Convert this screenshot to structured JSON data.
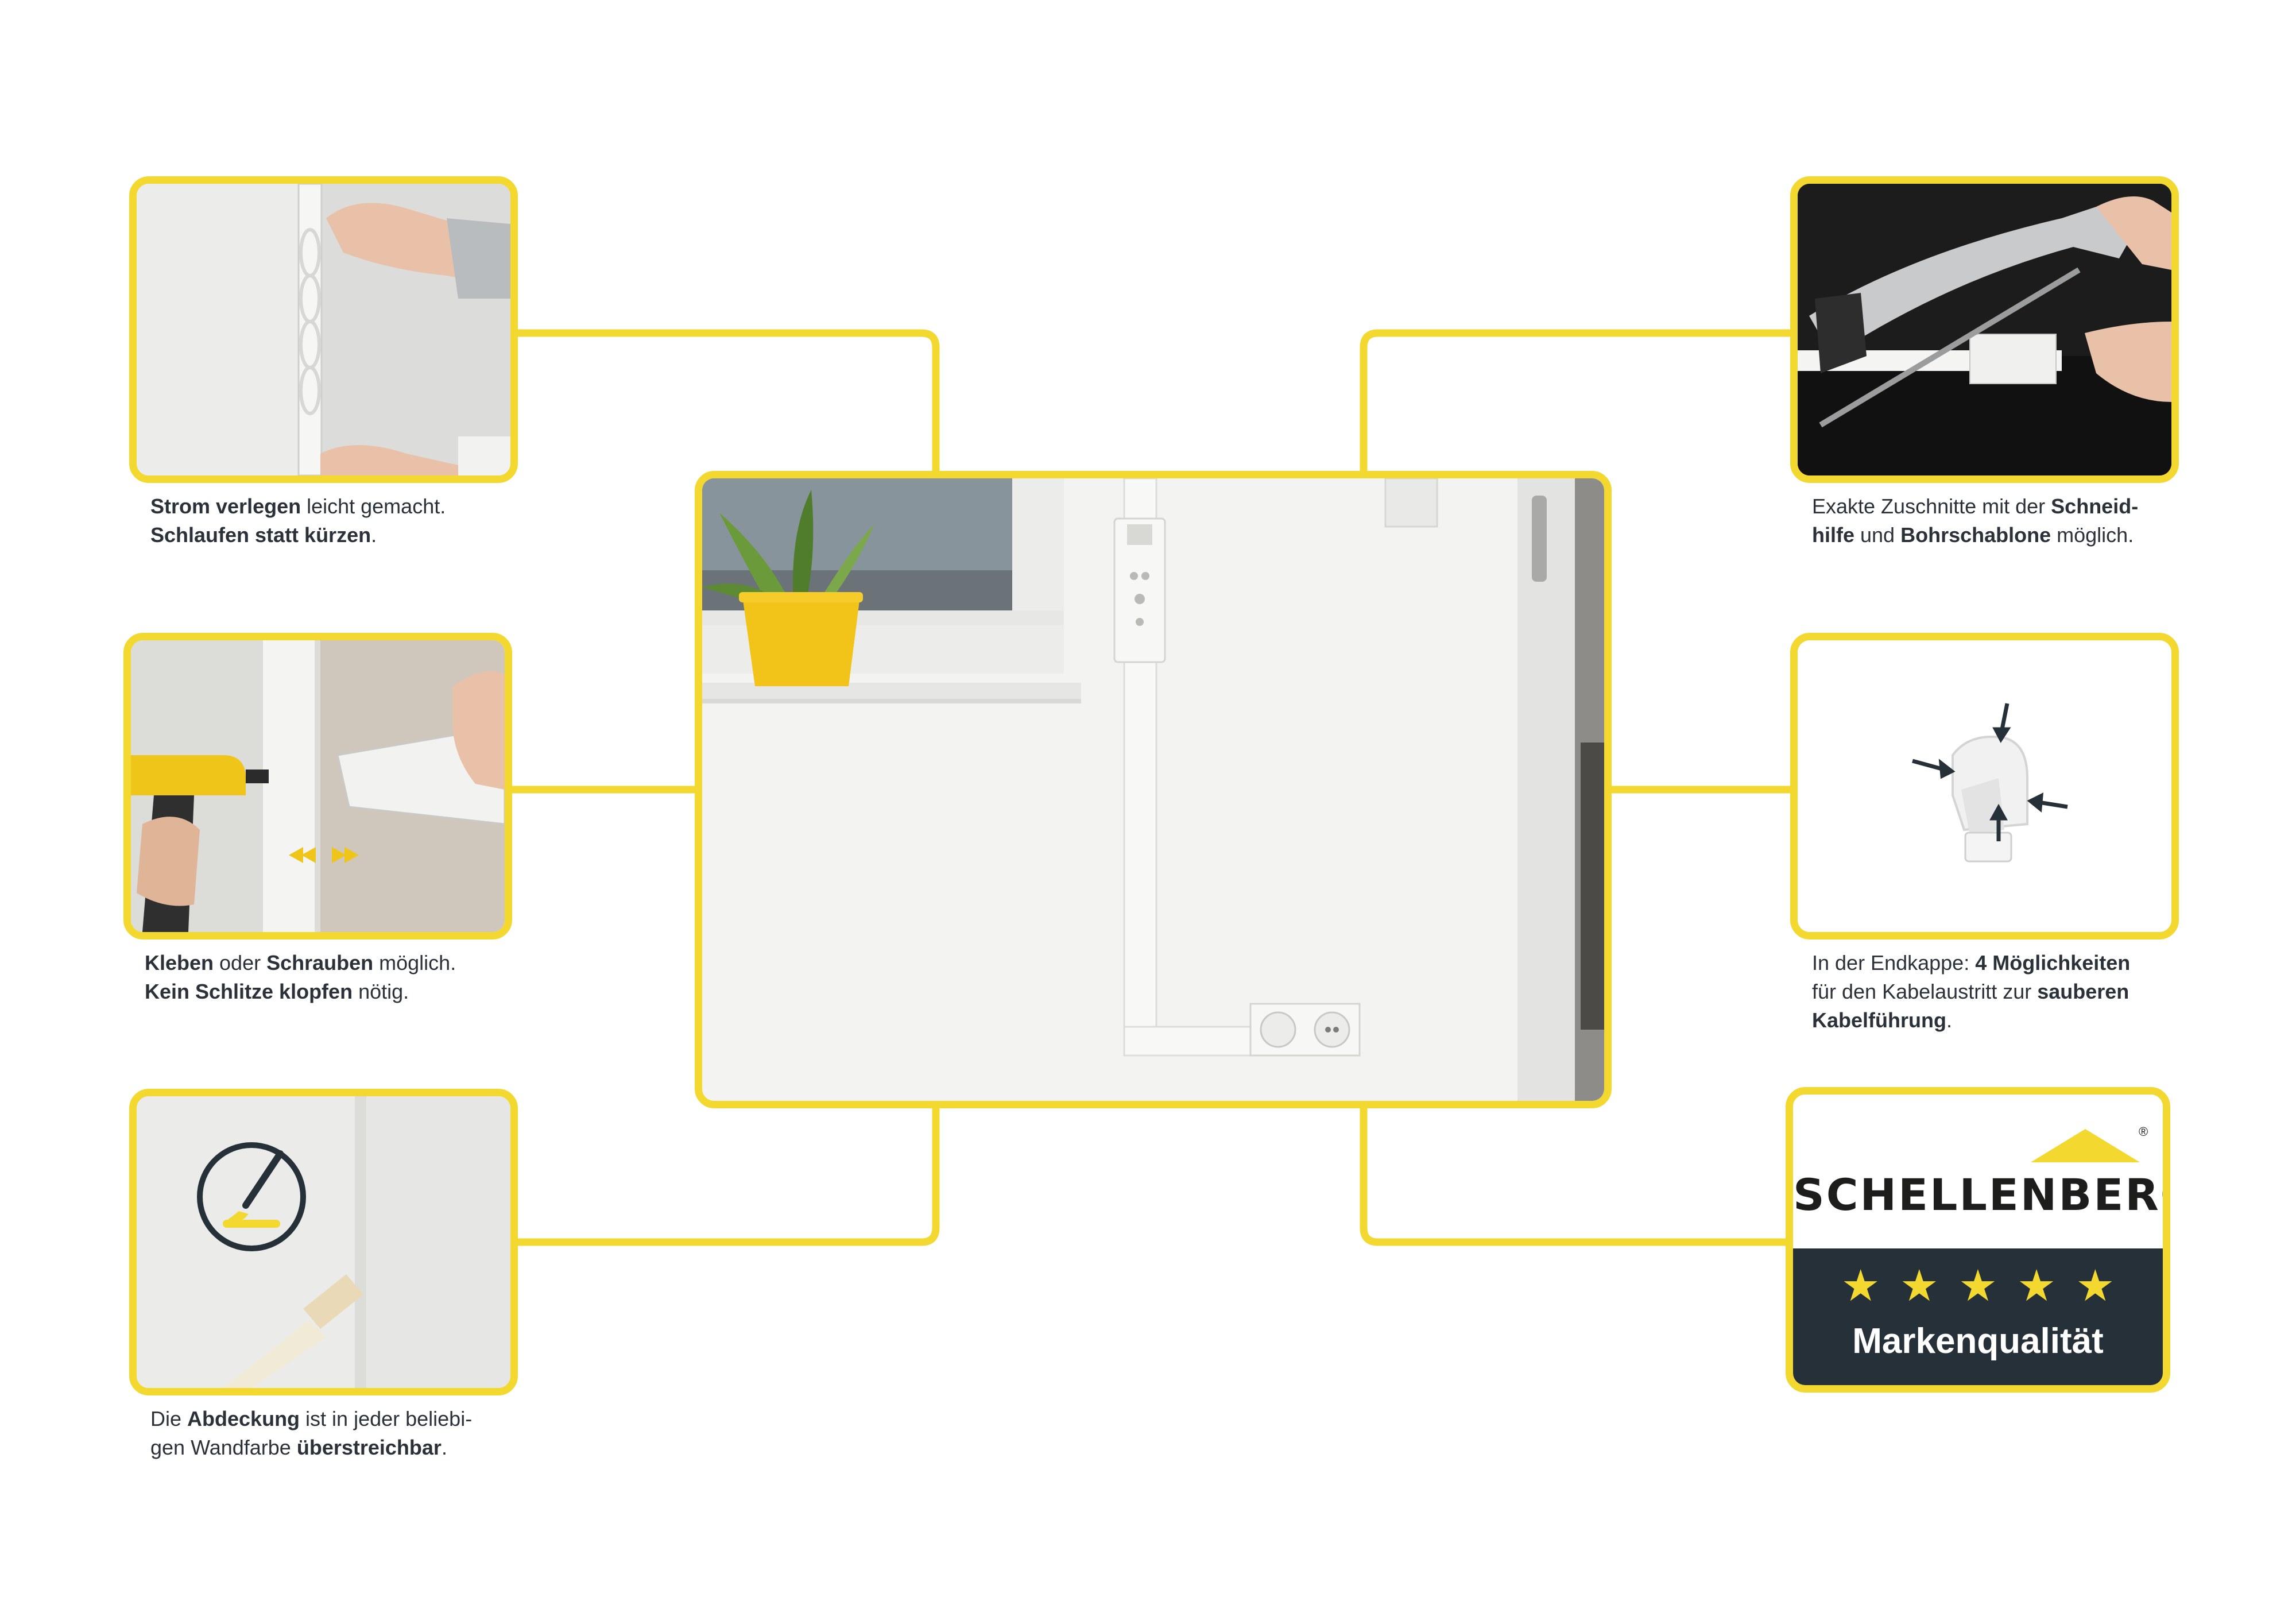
{
  "colors": {
    "accent": "#f2d82f",
    "text": "#2a3138",
    "brand_dark": "#263038"
  },
  "captions": {
    "c1": {
      "l1a": "Strom verlegen",
      "l1b": " leicht gemacht.",
      "l2a": "Schlaufen statt kürzen",
      "l2b": "."
    },
    "c2": {
      "l1a": "Kleben",
      "l1b": " oder ",
      "l1c": "Schrauben",
      "l1d": " möglich.",
      "l2a": "Kein Schlitze klopfen",
      "l2b": " nötig."
    },
    "c3": {
      "l1a": "Die ",
      "l1b": "Abdeckung",
      "l1c": " ist in jeder beliebi-",
      "l2a": "gen Wandfarbe ",
      "l2b": "überstreichbar",
      "l2c": "."
    },
    "c4": {
      "l1a": "Exakte Zuschnitte mit der ",
      "l1b": "Schneid-",
      "l2a": "hilfe",
      "l2b": " und ",
      "l2c": "Bohrschablone",
      "l2d": " möglich."
    },
    "c5": {
      "l1a": "In der Endkappe: ",
      "l1b": "4 Möglichkeiten",
      "l2a": "für den Kabelaustritt zur ",
      "l2b": "sauberen",
      "l3a": "Kabelführung",
      "l3b": "."
    }
  },
  "brand": {
    "name": "SCHELLENBERG",
    "registered": "®",
    "stars": "★★★★★",
    "quality": "Markenqualität"
  },
  "icons": [
    "paint-brush-icon",
    "double-arrow-icon",
    "arrow-icon",
    "roof-logo-icon",
    "star-icon"
  ]
}
